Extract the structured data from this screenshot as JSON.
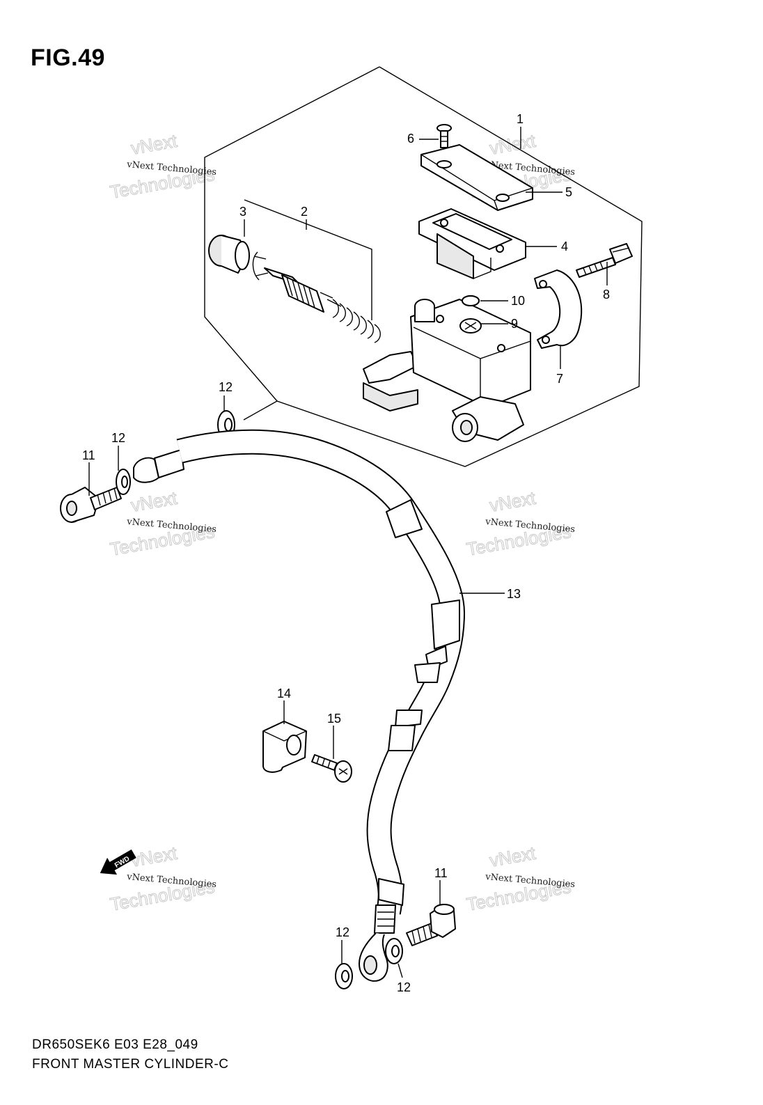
{
  "figure": {
    "title": "FIG.49",
    "model_code": "DR650SEK6 E03 E28_049",
    "caption": "FRONT MASTER CYLINDER-C"
  },
  "watermarks": [
    {
      "small": "vNext Technologies",
      "big_line1": "vNext",
      "big_line2": "Technologies"
    },
    {
      "small": "vNext Technologies",
      "big_line1": "vNext",
      "big_line2": "Technologies"
    },
    {
      "small": "vNext Technologies",
      "big_line1": "vNext",
      "big_line2": "Technologies"
    },
    {
      "small": "vNext Technologies",
      "big_line1": "vNext",
      "big_line2": "Technologies"
    },
    {
      "small": "vNext Technologies",
      "big_line1": "vNext",
      "big_line2": "Technologies"
    },
    {
      "small": "vNext Technologies",
      "big_line1": "vNext",
      "big_line2": "Technologies"
    }
  ],
  "callouts": {
    "c1": "1",
    "c2": "2",
    "c3": "3",
    "c4": "4",
    "c5": "5",
    "c6": "6",
    "c7": "7",
    "c8": "8",
    "c9": "9",
    "c10": "10",
    "c11a": "11",
    "c11b": "11",
    "c12a": "12",
    "c12b": "12",
    "c12c": "12",
    "c12d": "12",
    "c13": "13",
    "c14": "14",
    "c15": "15"
  },
  "direction_badge": "FWD"
}
